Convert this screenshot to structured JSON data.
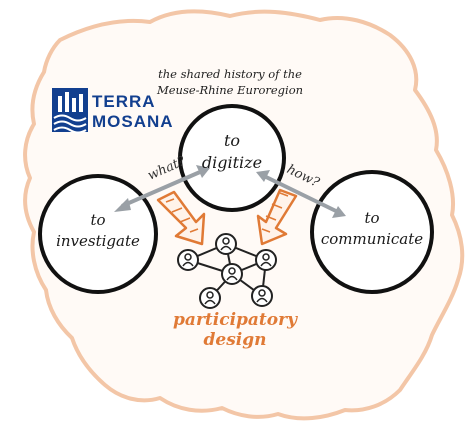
{
  "header": {
    "subtitle_line1": "the shared history of the",
    "subtitle_line2": "Meuse-Rhine Euroregion"
  },
  "logo": {
    "word1": "TERRA",
    "word2": "MOSANA",
    "brand_color": "#123f8f"
  },
  "circles": {
    "digitize": {
      "line1": "to",
      "line2": "digitize"
    },
    "investigate": {
      "line1": "to",
      "line2": "investigate"
    },
    "communicate": {
      "line1": "to",
      "line2": "communicate"
    }
  },
  "arrows": {
    "what_label": "what?",
    "how_label": "how?"
  },
  "participatory": {
    "label": "participatory design",
    "accent_color": "#e07a36"
  },
  "colors": {
    "map_outline": "#f3c6a7",
    "arrow_gray": "#9aa0a6"
  },
  "icons": [
    "person-node-icon",
    "network-diagram",
    "terra-mosana-logo"
  ]
}
